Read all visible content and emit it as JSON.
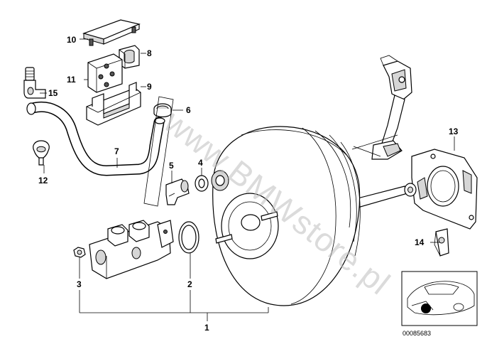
{
  "callouts": {
    "c1": "1",
    "c2": "2",
    "c3": "3",
    "c4": "4",
    "c5": "5",
    "c6": "6",
    "c7": "7",
    "c8": "8",
    "c9": "9",
    "c10": "10",
    "c11": "11",
    "c12": "12",
    "c13": "13",
    "c14": "14",
    "c15": "15"
  },
  "watermark": "www.BMWstore.pl",
  "reference_number": "00085683",
  "icons": {
    "car_thumbnail": "car-location-icon"
  },
  "colors": {
    "line": "#000000",
    "shading": "#d6d6d6",
    "watermark": "#bdbdbd"
  }
}
